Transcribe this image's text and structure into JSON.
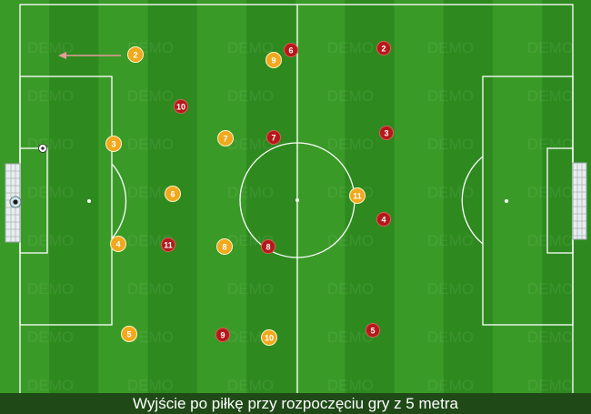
{
  "caption": "Wyjście po piłkę przy rozpoczęciu gry z 5 metra",
  "watermark_text": "DEMO",
  "colors": {
    "stripe_light": "#3a9a28",
    "stripe_dark": "#2e8a1f",
    "lines": "#ffffff",
    "team_yellow": "#f2a81d",
    "team_red": "#b5181a",
    "arrow": "#e79a9a"
  },
  "players": [
    {
      "team": "yellow",
      "number": "2"
    },
    {
      "team": "yellow",
      "number": "9"
    },
    {
      "team": "red",
      "number": "6"
    },
    {
      "team": "red",
      "number": "2"
    },
    {
      "team": "red",
      "number": "10"
    },
    {
      "team": "yellow",
      "number": "3"
    },
    {
      "team": "yellow",
      "number": "7"
    },
    {
      "team": "red",
      "number": "7"
    },
    {
      "team": "red",
      "number": "3"
    },
    {
      "team": "yellow",
      "number": "6"
    },
    {
      "team": "yellow",
      "number": "11"
    },
    {
      "team": "red",
      "number": "4"
    },
    {
      "team": "yellow",
      "number": "4"
    },
    {
      "team": "red",
      "number": "11"
    },
    {
      "team": "yellow",
      "number": "8"
    },
    {
      "team": "red",
      "number": "8"
    },
    {
      "team": "yellow",
      "number": "5"
    },
    {
      "team": "red",
      "number": "9"
    },
    {
      "team": "yellow",
      "number": "10"
    },
    {
      "team": "red",
      "number": "5"
    }
  ],
  "objects": [
    "ball-icon",
    "goalkeeper-icon",
    "movement-arrow"
  ]
}
